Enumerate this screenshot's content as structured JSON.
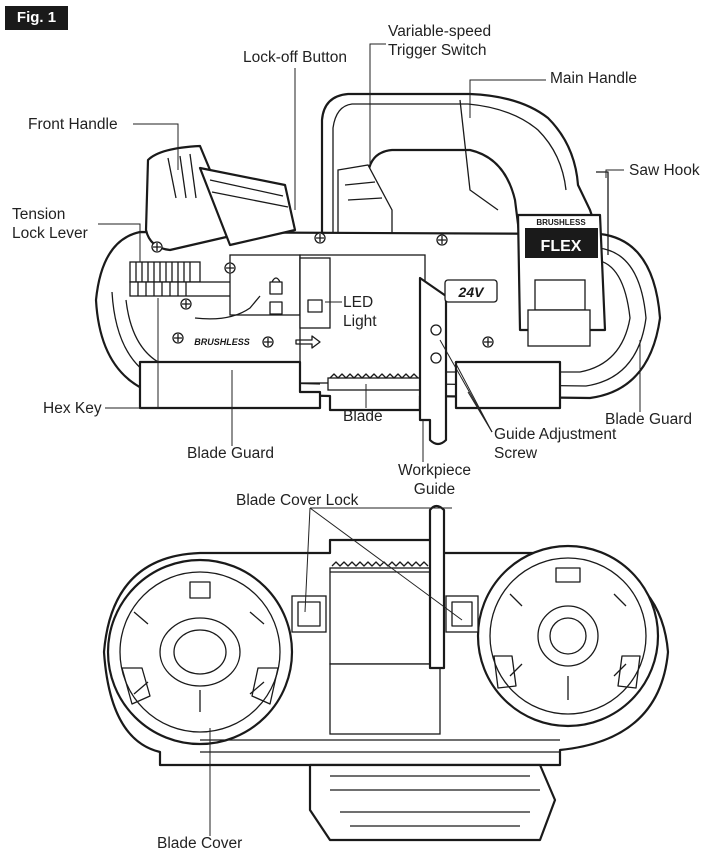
{
  "figure_label": "Fig. 1",
  "labels": {
    "variable_speed_trigger": [
      "Variable-speed",
      "Trigger Switch"
    ],
    "lock_off_button": "Lock-off Button",
    "main_handle": "Main Handle",
    "front_handle": "Front Handle",
    "saw_hook": "Saw Hook",
    "tension_lock_lever": [
      "Tension",
      "Lock Lever"
    ],
    "led_light": [
      "LED",
      "Light"
    ],
    "hex_key": "Hex Key",
    "blade": "Blade",
    "blade_guard_right": "Blade Guard",
    "guide_adjustment_screw": [
      "Guide Adjustment",
      "Screw"
    ],
    "blade_guard_left": "Blade Guard",
    "workpiece_guide": [
      "Workpiece",
      "Guide"
    ],
    "blade_cover_lock": "Blade Cover Lock",
    "blade_cover": "Blade Cover"
  },
  "tool_markings": {
    "brand": "FLEX",
    "brushless_top": "BRUSHLESS",
    "brushless_side": "BRUSHLESS",
    "voltage": "24V"
  },
  "colors": {
    "line": "#1a1a1a",
    "badge_bg": "#1a1a1a",
    "badge_text": "#ffffff"
  }
}
